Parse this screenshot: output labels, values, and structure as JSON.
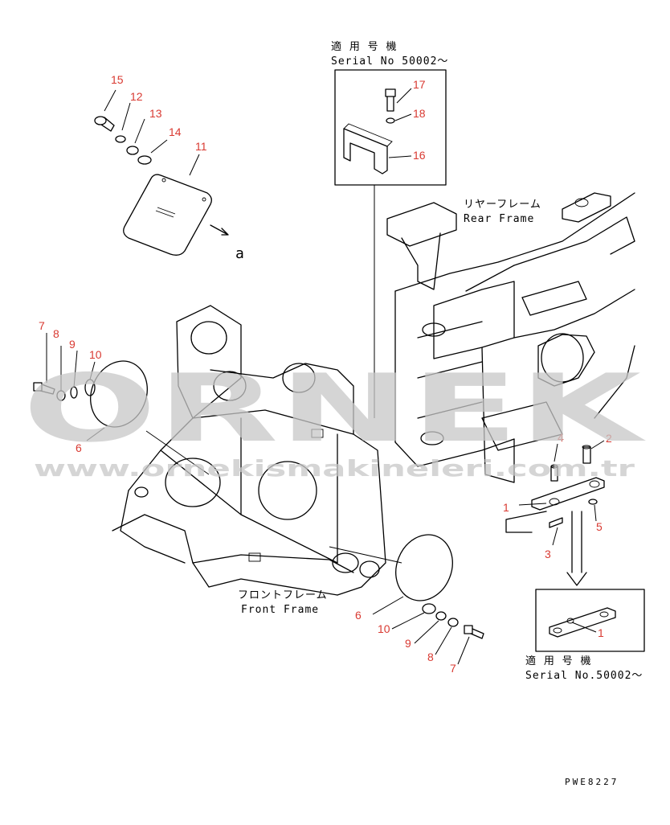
{
  "drawing": {
    "code": "PWE8227",
    "frames": {
      "rear_jp": "リヤーフレーム",
      "rear_en": "Rear Frame",
      "front_jp": "フロントフレーム",
      "front_en": "Front Frame"
    },
    "serial_top": {
      "jp": "適 用 号 機",
      "en": "Serial No 50002～"
    },
    "serial_bottom": {
      "jp": "適 用 号 機",
      "en": "Serial No.50002～"
    },
    "view_marker": "a"
  },
  "callouts": {
    "c1a": "1",
    "c1b": "1",
    "c2": "2",
    "c3": "3",
    "c4": "4",
    "c5": "5",
    "c6a": "6",
    "c6b": "6",
    "c7a": "7",
    "c7b": "7",
    "c8a": "8",
    "c8b": "8",
    "c9a": "9",
    "c9b": "9",
    "c10a": "10",
    "c10b": "10",
    "c11": "11",
    "c12": "12",
    "c13": "13",
    "c14": "14",
    "c15": "15",
    "c16": "16",
    "c17": "17",
    "c18": "18"
  },
  "watermark": {
    "brand": "ORNEK",
    "url": "www.ornekismakineleri.com.tr"
  },
  "colors": {
    "callout": "#d93a32",
    "watermark": "#c8c8c8",
    "line": "#000000"
  }
}
